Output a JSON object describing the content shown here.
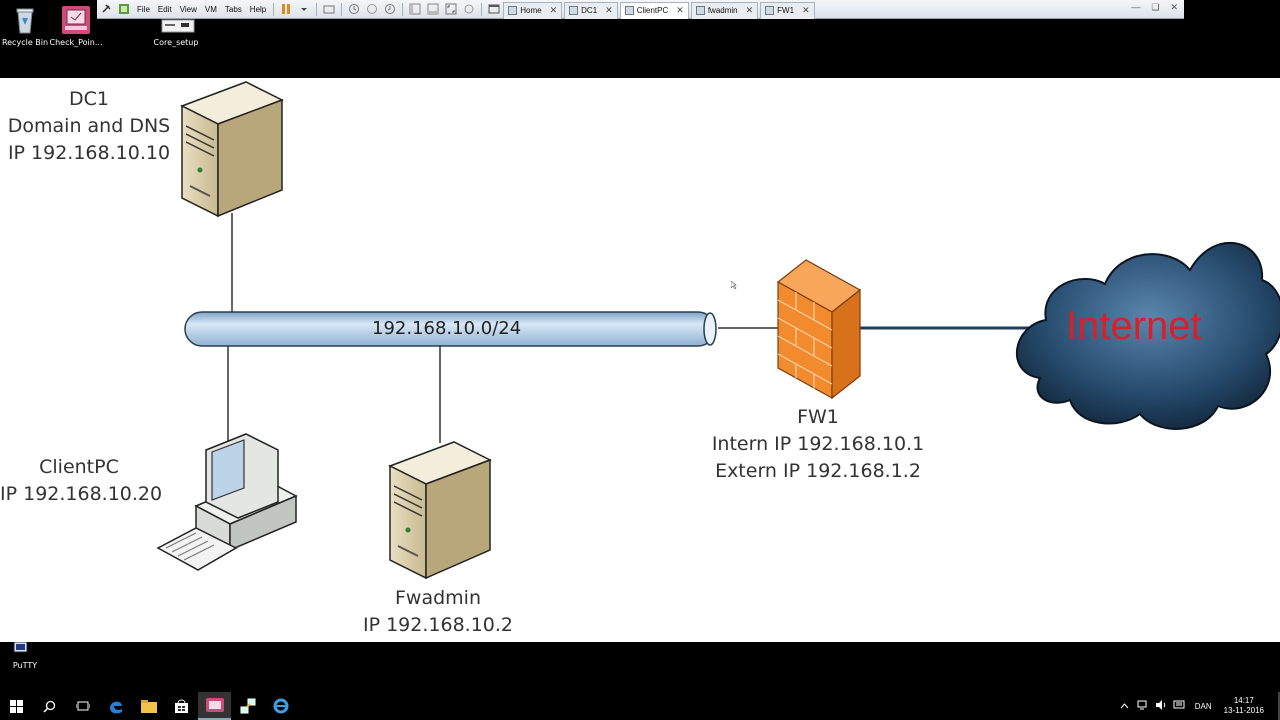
{
  "desktop": {
    "icons": [
      {
        "label": "Recycle Bin"
      },
      {
        "label": "Check_Poin..."
      },
      {
        "label": "Core_setup"
      },
      {
        "label": "PuTTY"
      }
    ]
  },
  "vm_toolbar": {
    "menu": [
      "File",
      "Edit",
      "View",
      "VM",
      "Tabs",
      "Help"
    ],
    "tabs": [
      {
        "label": "Home"
      },
      {
        "label": "DC1"
      },
      {
        "label": "ClientPC"
      },
      {
        "label": "fwadmin"
      },
      {
        "label": "FW1"
      }
    ],
    "active_tab": "ClientPC",
    "close_glyph": "✕"
  },
  "diagram": {
    "network_label": "192.168.10.0/24",
    "cloud_label": "Internet",
    "dc1": {
      "name": "DC1",
      "role": "Domain and DNS",
      "ip": "IP 192.168.10.10"
    },
    "client": {
      "name": "ClientPC",
      "ip": "IP 192.168.10.20"
    },
    "fwadmin": {
      "name": "Fwadmin",
      "ip": "IP 192.168.10.2"
    },
    "fw1": {
      "name": "FW1",
      "intern": "Intern IP 192.168.10.1",
      "extern": "Extern IP 192.168.1.2"
    },
    "colors": {
      "pipe": "#a9c6e4",
      "firewall": "#f28a2e",
      "cloud": "#1c3a55",
      "cloud_text": "#d8202a"
    }
  },
  "taskbar": {
    "items": [
      "start-icon",
      "search-icon",
      "task-view-icon",
      "edge-icon",
      "file-explorer-icon",
      "store-icon",
      "vmware-icon",
      "network-app-icon",
      "ie-icon"
    ],
    "language": "DAN",
    "time": "14:17",
    "date": "13-11-2016"
  }
}
